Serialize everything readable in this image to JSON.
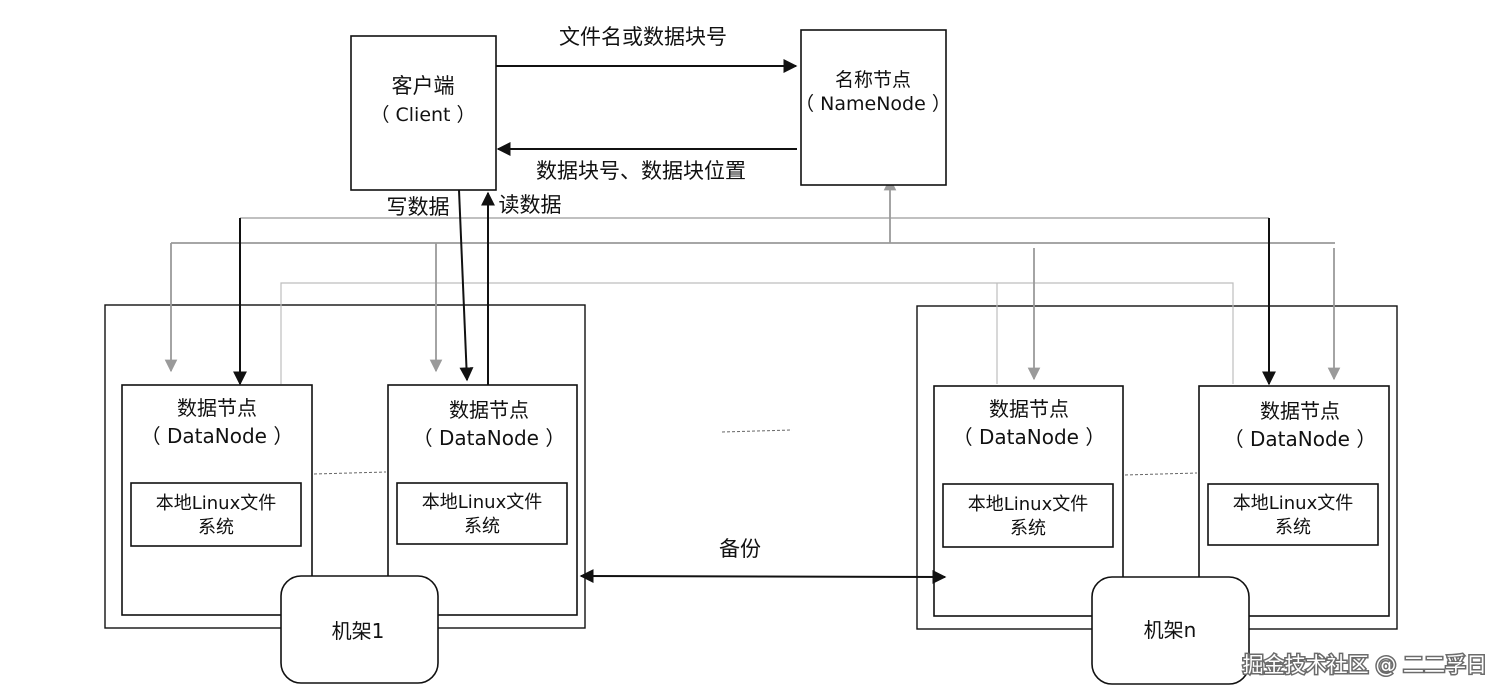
{
  "client": {
    "title": "客户端",
    "subtitle": "（ Client ）"
  },
  "namenode": {
    "title": "名称节点",
    "subtitle": "（ NameNode ）"
  },
  "arrows": {
    "to_namenode": "文件名或数据块号",
    "from_namenode": "数据块号、数据块位置",
    "write": "写数据",
    "read": "读数据",
    "backup": "备份"
  },
  "datanodes": [
    {
      "title": "数据节点",
      "subtitle": "（ DataNode ）",
      "fs_line1": "本地Linux文件",
      "fs_line2": "系统"
    },
    {
      "title": "数据节点",
      "subtitle": "（ DataNode ）",
      "fs_line1": "本地Linux文件",
      "fs_line2": "系统"
    },
    {
      "title": "数据节点",
      "subtitle": "（ DataNode ）",
      "fs_line1": "本地Linux文件",
      "fs_line2": "系统"
    },
    {
      "title": "数据节点",
      "subtitle": "（ DataNode ）",
      "fs_line1": "本地Linux文件",
      "fs_line2": "系统"
    }
  ],
  "racks": {
    "left": "机架1",
    "right": "机架n"
  },
  "watermark": "掘金技术社区 @ 二二孚日",
  "colors": {
    "line_black": "#111111",
    "line_gray": "#9a9a9a",
    "line_light": "#bdbdbd"
  }
}
